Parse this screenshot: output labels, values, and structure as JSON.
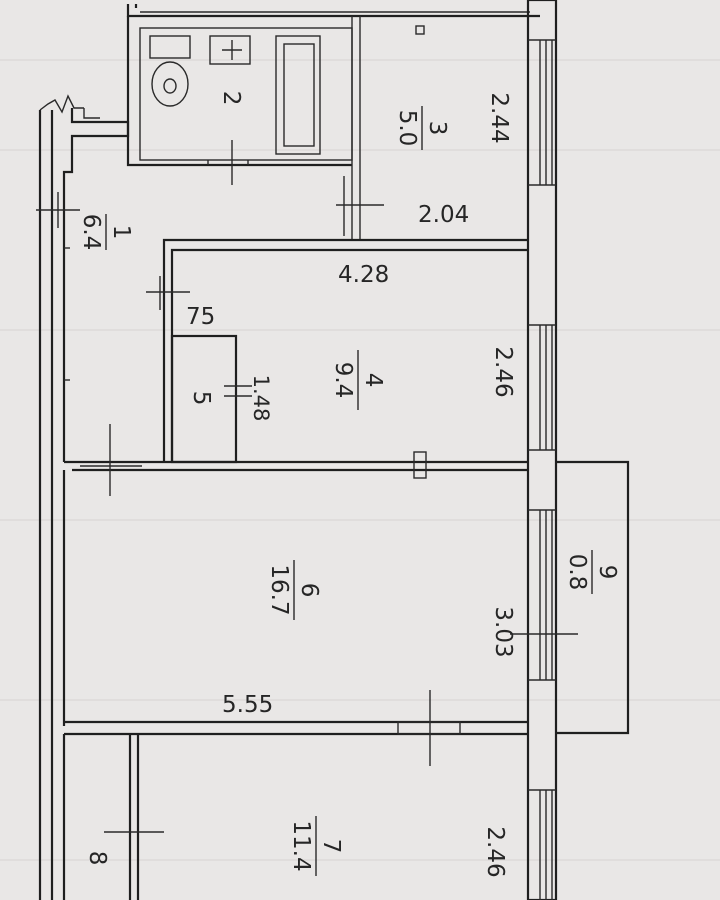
{
  "plan": {
    "rooms": [
      {
        "id": "1",
        "number": "1",
        "area": "6.4"
      },
      {
        "id": "2",
        "number": "2"
      },
      {
        "id": "3",
        "number": "3",
        "area": "5.0"
      },
      {
        "id": "4",
        "number": "4",
        "area": "9.4"
      },
      {
        "id": "5",
        "number": "5"
      },
      {
        "id": "6",
        "number": "6",
        "area": "16.7"
      },
      {
        "id": "7",
        "number": "7",
        "area": "11.4"
      },
      {
        "id": "8",
        "number": "8"
      },
      {
        "id": "9",
        "number": "9",
        "area": "0.8"
      }
    ],
    "dimensions": {
      "room3_length": "2.44",
      "room3_width": "2.04",
      "room4_length": "4.28",
      "room4_width": "2.46",
      "closet_width": "75",
      "closet_length": "1.48",
      "room6_length": "5.55",
      "room6_width": "3.03",
      "room7_width": "2.46"
    }
  }
}
